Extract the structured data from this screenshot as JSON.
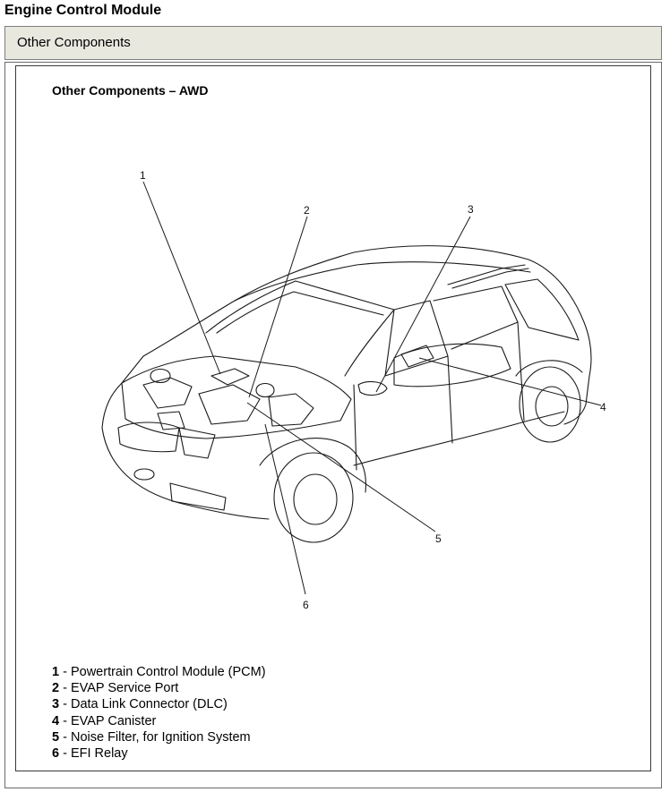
{
  "page_title": "Engine Control Module",
  "section_header": "Other Components",
  "figure": {
    "title": "Other Components – AWD",
    "callouts": [
      "1",
      "2",
      "3",
      "4",
      "5",
      "6"
    ],
    "legend": [
      {
        "num": "1",
        "label": "Powertrain Control Module (PCM)"
      },
      {
        "num": "2",
        "label": "EVAP Service Port"
      },
      {
        "num": "3",
        "label": "Data Link Connector (DLC)"
      },
      {
        "num": "4",
        "label": "EVAP Canister"
      },
      {
        "num": "5",
        "label": "Noise Filter, for Ignition System"
      },
      {
        "num": "6",
        "label": "EFI Relay"
      }
    ]
  }
}
